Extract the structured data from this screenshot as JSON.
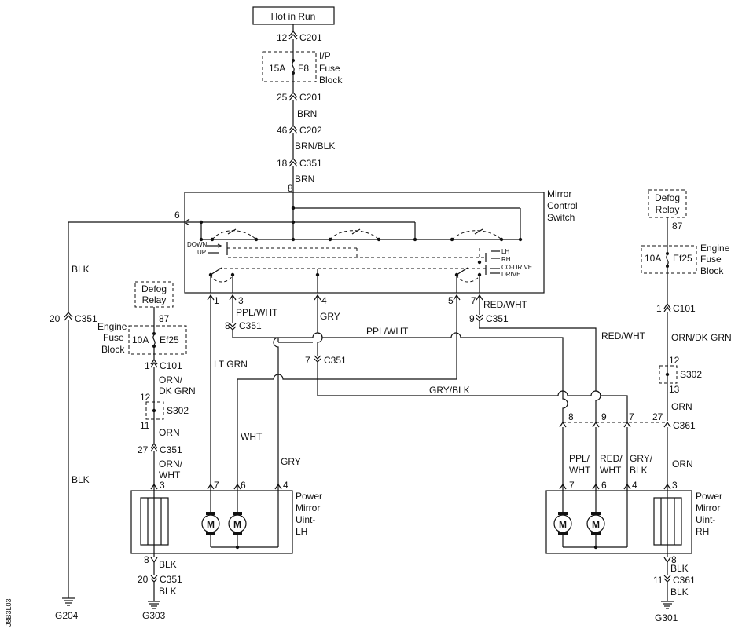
{
  "diagram": {
    "power_source": "Hot in Run",
    "ip_fuse": {
      "rating": "15A",
      "id": "F8",
      "block": [
        "I/P",
        "Fuse",
        "Block"
      ]
    },
    "connectors": {
      "c201_in": {
        "pin": "12",
        "name": "C201"
      },
      "c201_out": {
        "pin": "25",
        "name": "C201"
      },
      "c202": {
        "pin": "46",
        "name": "C202"
      },
      "c351_main": {
        "pin": "18",
        "name": "C351"
      },
      "c351_left": {
        "pin": "20",
        "name": "C351"
      },
      "c351_ppl": {
        "pin": "8",
        "name": "C351"
      },
      "c351_red": {
        "pin": "9",
        "name": "C351"
      },
      "c351_gry": {
        "pin": "7",
        "name": "C351"
      },
      "c351_lh_feed": {
        "pin": "27",
        "name": "C351"
      },
      "c351_lh_gnd": {
        "pin": "20",
        "name": "C351"
      },
      "c101_lh": {
        "pin": "1",
        "name": "C101"
      },
      "c101_rh": {
        "pin": "1",
        "name": "C101"
      },
      "c361_rh_feed": {
        "pin": "27",
        "name": "C361"
      },
      "c361_rh_gnd": {
        "pin": "11",
        "name": "C361"
      }
    },
    "wires": {
      "brn": "BRN",
      "brn_blk": "BRN/BLK",
      "brn2": "BRN",
      "blk_left": "BLK",
      "blk_left2": "BLK",
      "ppl_wht_top": "PPL/WHT",
      "ppl_wht_run": "PPL/WHT",
      "gry_vert": "GRY",
      "red_wht_top": "RED/WHT",
      "red_wht_run": "RED/WHT",
      "lt_grn": "LT GRN",
      "wht": "WHT",
      "gry_lh": "GRY",
      "gry_blk_run": "GRY/BLK",
      "orn_dk_grn_lh": [
        "ORN/",
        "DK GRN"
      ],
      "orn_lh": "ORN",
      "orn_wht_lh": [
        "ORN/",
        "WHT"
      ],
      "blk_lh_a": "BLK",
      "blk_lh_b": "BLK",
      "orn_dk_grn_rh": "ORN/DK GRN",
      "orn_rh_a": "ORN",
      "orn_rh_b": "ORN",
      "ppl_wht_rh": [
        "PPL/",
        "WHT"
      ],
      "red_wht_rh": [
        "RED/",
        "WHT"
      ],
      "gry_blk_rh": [
        "GRY/",
        "BLK"
      ],
      "blk_rh_a": "BLK",
      "blk_rh_b": "BLK"
    },
    "switch": {
      "name": [
        "Mirror",
        "Control",
        "Switch"
      ],
      "pins": {
        "top": "8",
        "left": "6",
        "p1": "1",
        "p3": "3",
        "p4": "4",
        "p5": "5",
        "p7": "7"
      },
      "modes": {
        "down": "DOWN",
        "up": "UP",
        "lh": "LH",
        "rh": "RH",
        "co_drive": "CO-DRIVE",
        "drive": "DRIVE"
      }
    },
    "defog_relay_lh": {
      "name": [
        "Defog",
        "Relay"
      ],
      "pin": "87"
    },
    "defog_relay_rh": {
      "name": [
        "Defog",
        "Relay"
      ],
      "pin": "87"
    },
    "engine_fuse_lh": {
      "rating": "10A",
      "id": "Ef25",
      "block": [
        "Engine",
        "Fuse",
        "Block"
      ]
    },
    "engine_fuse_rh": {
      "rating": "10A",
      "id": "Ef25",
      "block": [
        "Engine",
        "Fuse",
        "Block"
      ]
    },
    "splice_lh": {
      "name": "S302",
      "pin_in": "12",
      "pin_out": "11"
    },
    "splice_rh": {
      "name": "S302",
      "pin_in": "12",
      "pin_out": "13"
    },
    "mirror_lh": {
      "name": [
        "Power",
        "Mirror",
        "Uint-",
        "LH"
      ],
      "pins": [
        "3",
        "7",
        "6",
        "4",
        "8"
      ],
      "motor": "M"
    },
    "mirror_rh": {
      "name": [
        "Power",
        "Mirror",
        "Uint-",
        "RH"
      ],
      "pins": [
        "7",
        "6",
        "4",
        "3",
        "8"
      ],
      "motor": "M"
    },
    "rh_harness_pins": {
      "p8": "8",
      "p9": "9",
      "p7": "7"
    },
    "grounds": {
      "g204": "G204",
      "g303": "G303",
      "g301": "G301"
    },
    "figure_code": "J8B3L03"
  }
}
